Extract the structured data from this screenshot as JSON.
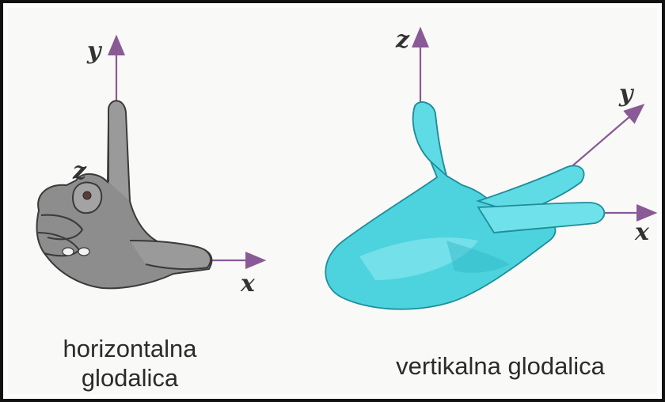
{
  "colors": {
    "axis": "#8a5a96",
    "left_hand": "#8d8d8d",
    "right_hand": "#4cd3de",
    "text": "#2b2b2b"
  },
  "left_figure": {
    "axis_labels": {
      "y": "y",
      "z": "z",
      "x": "x"
    },
    "caption_line1": "horizontalna",
    "caption_line2": "glodalica"
  },
  "right_figure": {
    "axis_labels": {
      "z": "z",
      "y": "y",
      "x": "x"
    },
    "caption": "vertikalna glodalica"
  }
}
